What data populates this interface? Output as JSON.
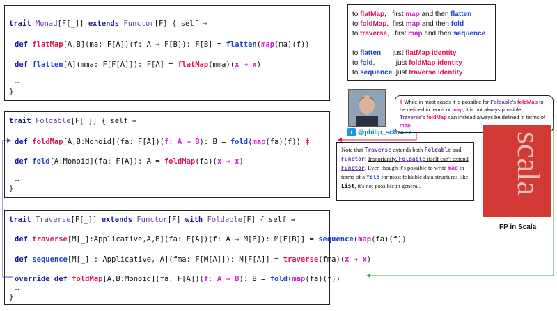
{
  "monad": {
    "l1": [
      "trait ",
      "Monad",
      "[F[_]] ",
      "extends ",
      "Functor",
      "[F] { self ⇒"
    ],
    "l2": [
      "def ",
      "flatMap",
      "[A,B](ma: F[A])(f: A ⇒ F[B]): F[B] = ",
      "flatten",
      "(",
      "map",
      "(ma)(f))"
    ],
    "l3": [
      "def ",
      "flatten",
      "[A](mma: F[F[A]]): F[A] = ",
      "flatMap",
      "(mma)(",
      "x ⇒ x",
      ")"
    ],
    "l4": "…",
    "l5": "}"
  },
  "foldable": {
    "l1": [
      "trait ",
      "Foldable",
      "[F[_]] { self ⇒"
    ],
    "l2": [
      "def ",
      "foldMap",
      "[A,B:Monoid](fa: F[A])(",
      "f: A ⇒ B",
      "): B = ",
      "fold",
      "(",
      "map",
      "(fa)(f)) ",
      "‡"
    ],
    "l3": [
      "def ",
      "fold",
      "[A:Monoid](fa: F[A]): A = ",
      "foldMap",
      "(fa)(",
      "x ⇒ x",
      ")"
    ],
    "l4": "…",
    "l5": "}"
  },
  "traverse": {
    "l1": [
      "trait ",
      "Traverse",
      "[F[_]] ",
      "extends ",
      "Functor",
      "[F] ",
      "with ",
      "Foldable",
      "[F] { self ⇒"
    ],
    "l2": [
      "def ",
      "traverse",
      "[M[_]:Applicative,A,B](fa: F[A])(f: A ⇒ M[B]): M[F[B]] = ",
      "sequence",
      "(",
      "map",
      "(fa)(f))"
    ],
    "l3": [
      "def ",
      "sequence",
      "[M[_] : Applicative, A](fma: F[M[A]]): M[F[A]] = ",
      "traverse",
      "(fma)(",
      "x ⇒ x",
      ")"
    ],
    "l4": [
      "override def ",
      "foldMap",
      "[A,B:Monoid](fa: F[A])(",
      "f: A ⇒ B",
      "): B = ",
      "fold",
      "(",
      "map",
      "(fa)(f))"
    ],
    "l5": "…",
    "l6": "}"
  },
  "legend": {
    "r1": [
      "to ",
      "flatMap",
      ",   first ",
      "map",
      " and then ",
      "flatten"
    ],
    "r2": [
      "to ",
      "foldMap",
      ",  first ",
      "map",
      " and then ",
      "fold"
    ],
    "r3": [
      "to ",
      "traverse",
      ",   first ",
      "map",
      " and then ",
      "sequence"
    ],
    "r4": [
      "to ",
      "flatten",
      ",     just ",
      "flatMap identity"
    ],
    "r5": [
      "to ",
      "fold",
      ",           just ",
      "foldMap identity"
    ],
    "r6": [
      "to ",
      "sequence",
      ", just ",
      "traverse identity"
    ]
  },
  "note1": [
    "‡ ",
    "While in most cases it is possible for ",
    "Foldable",
    "'s ",
    "foldMap",
    " to be defined in terms of ",
    "map",
    ", it is not always possible. ",
    "Traverse",
    "'s ",
    "foldMap",
    " can instead always be defined in terms of ",
    "map",
    "."
  ],
  "note2": [
    "Note that ",
    "Traverse",
    " extends both ",
    "Foldable",
    " and ",
    "Functor",
    "! ",
    "Importantly, ",
    "Foldable",
    " itself can't extend ",
    "Functor",
    ". Even though it's possible to write ",
    "map",
    " in terms of a ",
    "fold",
    " for most foldable data structures like ",
    "List",
    ", it's not possible in general."
  ],
  "twitter_handle": "@philip_schwarz",
  "book": {
    "spine_text": "scala",
    "caption": "FP in Scala"
  },
  "colors": {
    "red": "#e0144c",
    "magenta": "#d021c8",
    "blue": "#1e3fd0",
    "keyword": "#1a1a9e",
    "typeName": "#6a3fa0",
    "arrow_red": "#e0144c",
    "arrow_green": "#2bb04a",
    "arrow_purple": "#5b3fb0"
  }
}
